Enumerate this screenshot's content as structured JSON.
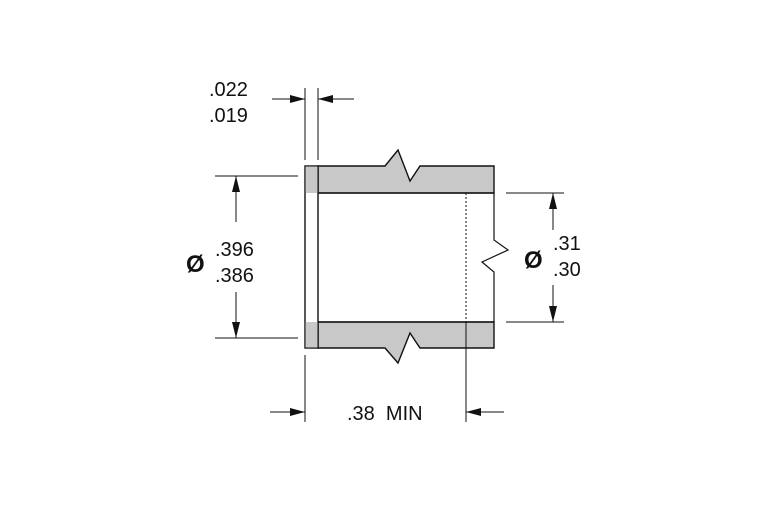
{
  "flange_thickness": {
    "upper": ".022",
    "lower": ".019"
  },
  "outer_diameter": {
    "symbol": "Ø",
    "upper": ".396",
    "lower": ".386"
  },
  "inner_diameter": {
    "symbol": "Ø",
    "upper": ".31",
    "lower": ".30"
  },
  "length": {
    "label": ".38  MIN"
  },
  "colors": {
    "material_fill": "#c8c8c8",
    "line": "#111111"
  }
}
